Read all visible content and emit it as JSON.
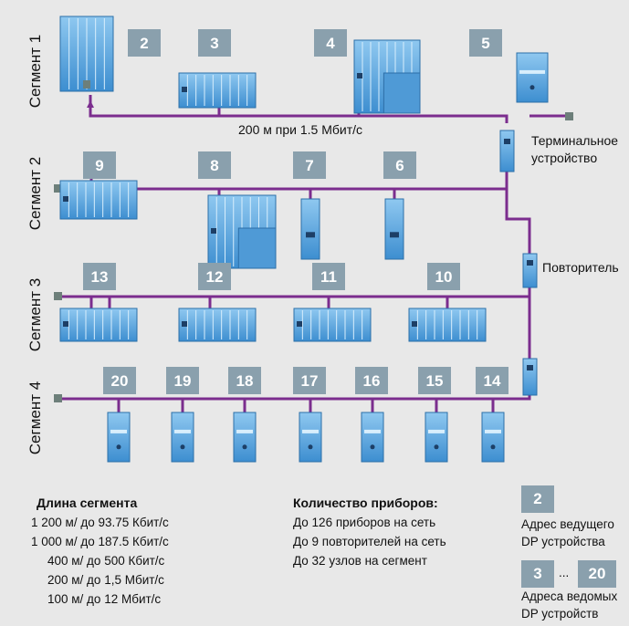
{
  "colors": {
    "bus": "#7b2d8e",
    "badge": "#8aa0ad",
    "device": "#5aa7e0",
    "background": "#e8e8e8",
    "terminator": "#6d7f7a"
  },
  "segments": [
    {
      "label": "Сегмент 1",
      "devices": [
        "2",
        "3",
        "4",
        "5"
      ]
    },
    {
      "label": "Сегмент 2",
      "devices": [
        "9",
        "8",
        "7",
        "6"
      ]
    },
    {
      "label": "Сегмент 3",
      "devices": [
        "13",
        "12",
        "11",
        "10"
      ]
    },
    {
      "label": "Сегмент 4",
      "devices": [
        "20",
        "19",
        "18",
        "17",
        "16",
        "15",
        "14"
      ]
    }
  ],
  "annotations": {
    "distance": "200 м при 1.5 Мбит/с",
    "terminal_line1": "Терминальное",
    "terminal_line2": "устройство",
    "repeater": "Повторитель"
  },
  "legend": {
    "segment_length": {
      "title": "Длина сегмента",
      "rows": [
        "1 200 м/ до 93.75 Кбит/с",
        "1 000 м/ до 187.5 Кбит/с",
        "400 м/ до 500 Кбит/с",
        "200 м/ до 1,5 Мбит/с",
        "100 м/ до 12 Мбит/с"
      ]
    },
    "device_count": {
      "title": "Количество приборов:",
      "rows": [
        "До 126 приборов на сеть",
        "До 9 повторителей на сеть",
        "До 32 узлов на сегмент"
      ]
    },
    "master": {
      "badge": "2",
      "line1": "Адрес ведущего",
      "line2": "DP устройства"
    },
    "slaves": {
      "badge_from": "3",
      "ellipsis": "...",
      "badge_to": "20",
      "line1": "Адреса ведомых",
      "line2": "DP устройств"
    }
  }
}
